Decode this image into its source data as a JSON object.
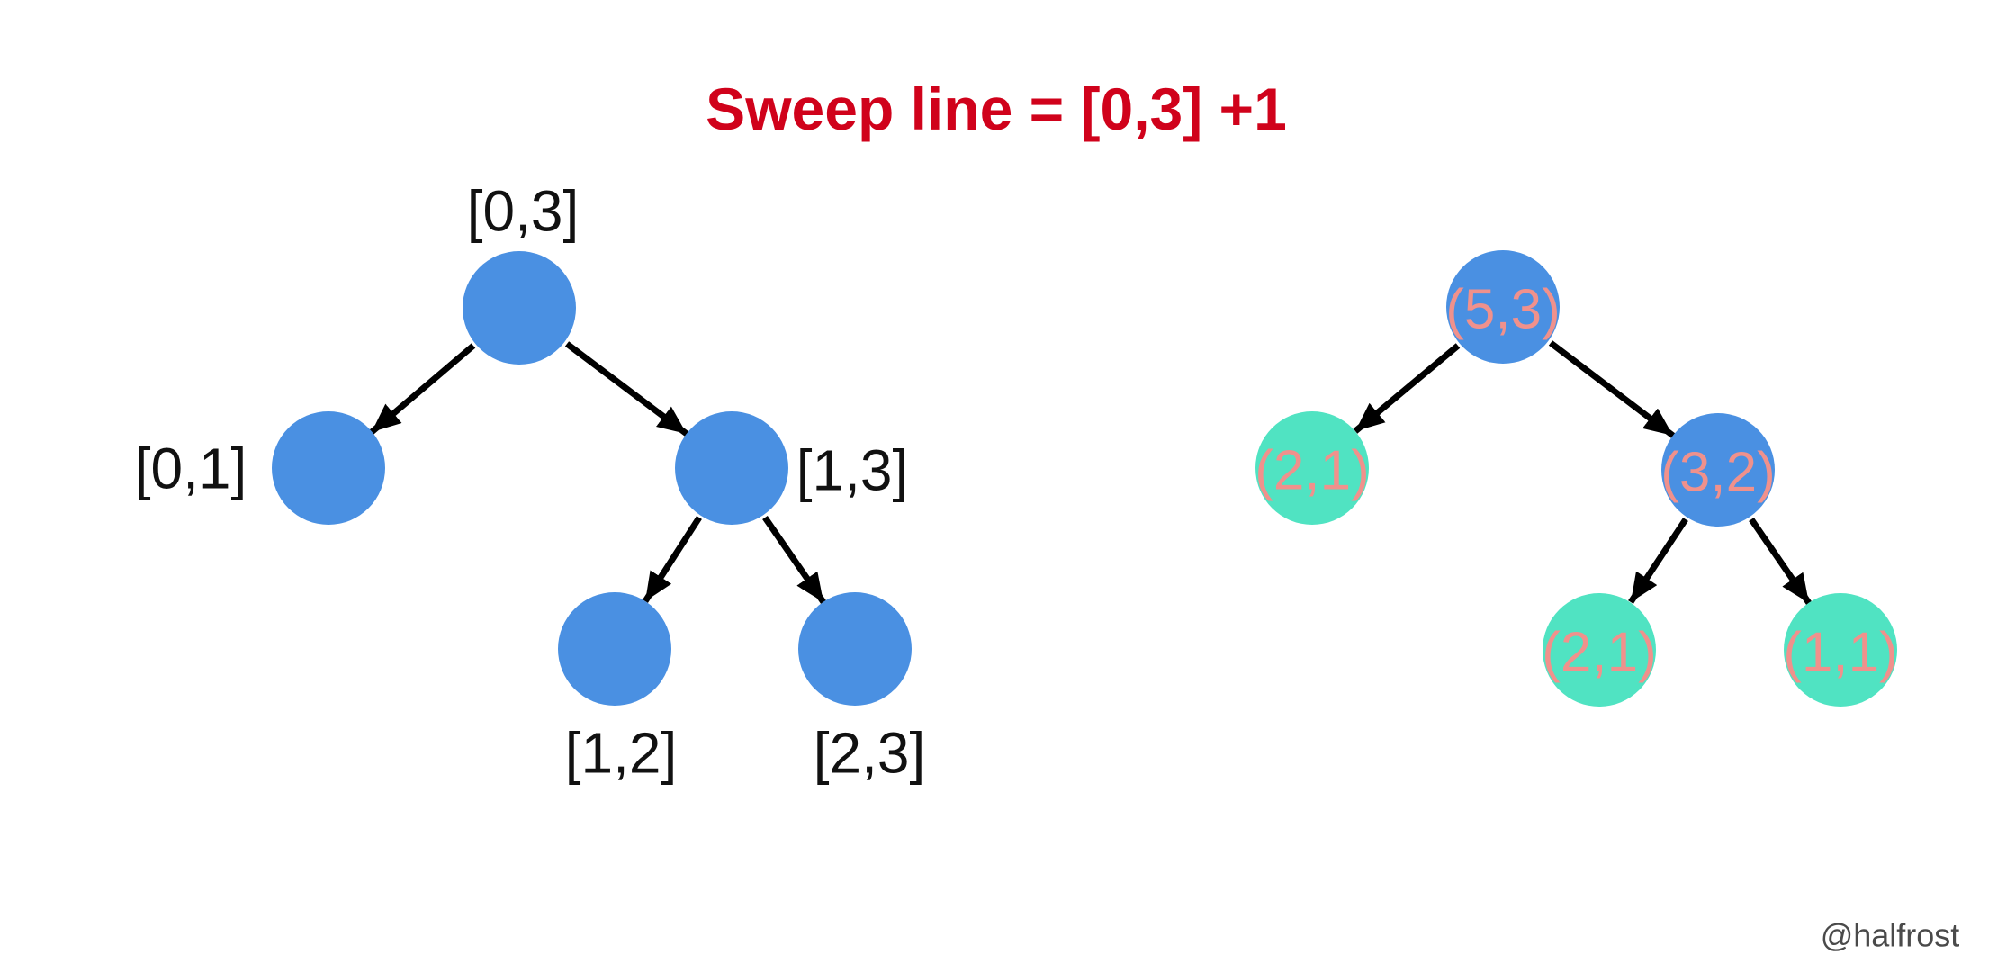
{
  "title": {
    "text": "Sweep line = [0,3] +1",
    "color": "#d0021b"
  },
  "watermark": {
    "text": "@halfrost",
    "color": "#4a4a4a"
  },
  "colors": {
    "background": "#ffffff",
    "node_blue": "#4a90e2",
    "node_teal": "#50e3c2",
    "node_label_pink": "#f0918c",
    "interval_label": "#111111",
    "edge": "#000000"
  },
  "left_tree": {
    "nodes": [
      {
        "label": "[0,3]"
      },
      {
        "label": "[0,1]"
      },
      {
        "label": "[1,3]"
      },
      {
        "label": "[1,2]"
      },
      {
        "label": "[2,3]"
      }
    ]
  },
  "right_tree": {
    "nodes": [
      {
        "label": "(5,3)",
        "fill": "#4a90e2"
      },
      {
        "label": "(2,1)",
        "fill": "#50e3c2"
      },
      {
        "label": "(3,2)",
        "fill": "#4a90e2"
      },
      {
        "label": "(2,1)",
        "fill": "#50e3c2"
      },
      {
        "label": "(1,1)",
        "fill": "#50e3c2"
      }
    ]
  }
}
